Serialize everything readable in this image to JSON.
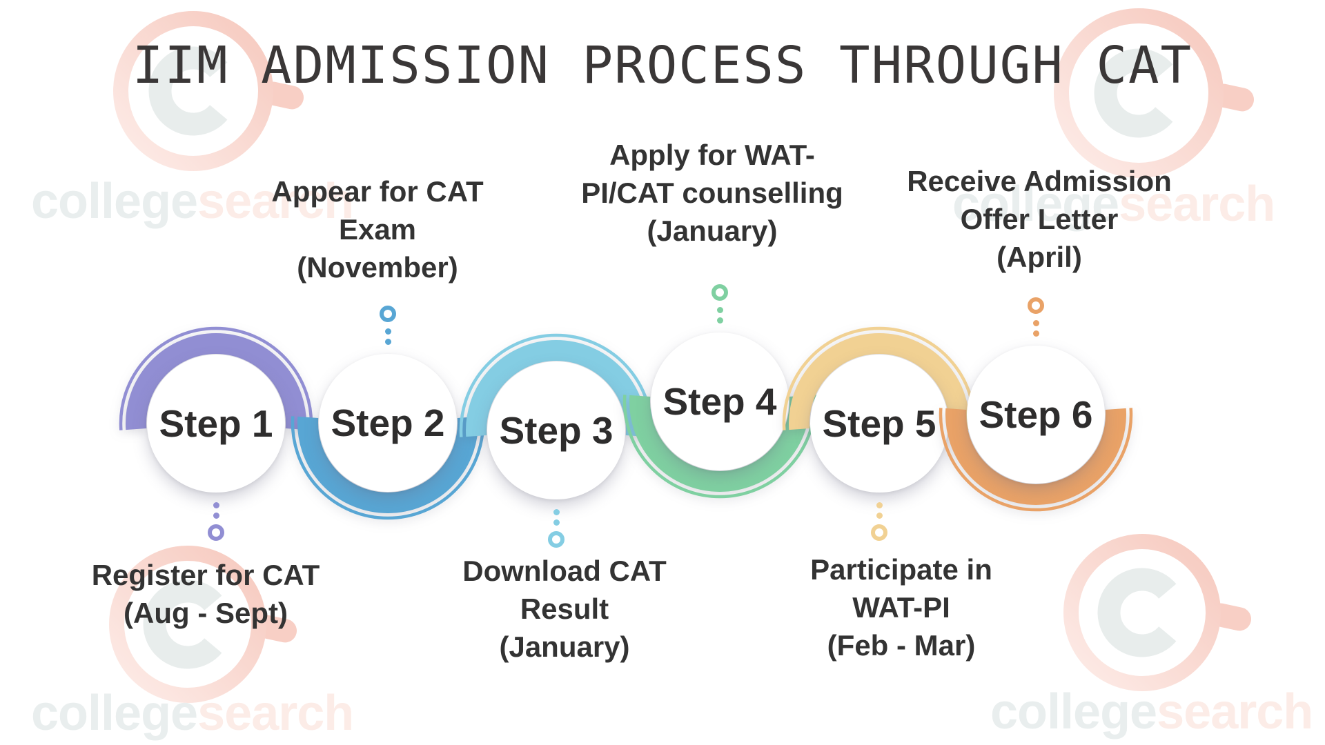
{
  "title": "IIM ADMISSION PROCESS THROUGH CAT",
  "title_color": "#3a3737",
  "text_color": "#333333",
  "background": "#ffffff",
  "watermark": {
    "college": "college",
    "search": "search",
    "college_color": "#e9eeee",
    "search_color": "#fcece7",
    "ring_color_light": "#fdece8",
    "ring_color_dark": "#f6c9be",
    "handle_color": "#f8cfc5",
    "c_color": "#e8edec"
  },
  "steps": [
    {
      "label": "Step 1",
      "color": "#918ed3",
      "arc_side": "top",
      "caption_side": "below",
      "caption_lines": [
        "Register for CAT",
        "(Aug - Sept)"
      ]
    },
    {
      "label": "Step 2",
      "color": "#58a6d4",
      "arc_side": "bottom",
      "caption_side": "above",
      "caption_lines": [
        "Appear for CAT",
        "Exam",
        "(November)"
      ]
    },
    {
      "label": "Step 3",
      "color": "#84cde3",
      "arc_side": "top",
      "caption_side": "below",
      "caption_lines": [
        "Download CAT",
        "Result",
        "(January)"
      ]
    },
    {
      "label": "Step 4",
      "color": "#7fd0a1",
      "arc_side": "bottom",
      "caption_side": "above",
      "caption_lines": [
        "Apply for WAT-",
        "PI/CAT counselling",
        "(January)"
      ]
    },
    {
      "label": "Step 5",
      "color": "#f1d193",
      "arc_side": "top",
      "caption_side": "below",
      "caption_lines": [
        "Participate in",
        "WAT-PI",
        "(Feb - Mar)"
      ]
    },
    {
      "label": "Step 6",
      "color": "#e9a267",
      "arc_side": "bottom",
      "caption_side": "above",
      "caption_lines": [
        "Receive Admission",
        "Offer Letter",
        "(April)"
      ]
    }
  ]
}
